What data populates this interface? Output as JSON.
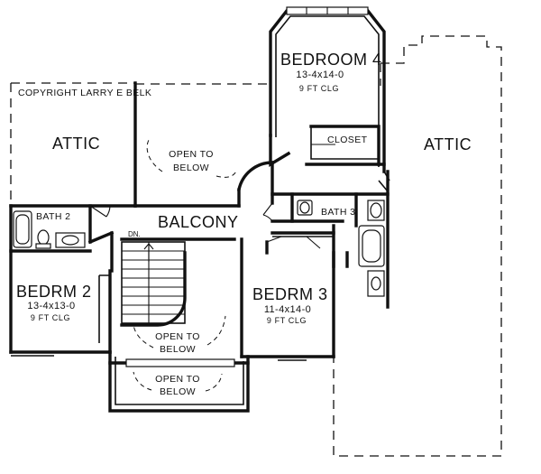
{
  "copyright": "COPYRIGHT LARRY E BELK",
  "rooms": {
    "bedroom4": {
      "name": "BEDROOM 4",
      "dims": "13-4x14-0",
      "clg": "9 FT CLG"
    },
    "bedrm2": {
      "name": "BEDRM 2",
      "dims": "13-4x13-0",
      "clg": "9 FT CLG"
    },
    "bedrm3": {
      "name": "BEDRM 3",
      "dims": "11-4x14-0",
      "clg": "9 FT CLG"
    },
    "bath2": {
      "name": "BATH 2"
    },
    "bath3": {
      "name": "BATH 3"
    },
    "closet": {
      "name": "CLOSET"
    },
    "balcony": {
      "name": "BALCONY"
    },
    "attic_left": {
      "name": "ATTIC"
    },
    "attic_right": {
      "name": "ATTIC"
    }
  },
  "notes": {
    "open_top": [
      "OPEN TO",
      "BELOW"
    ],
    "open_mid": [
      "OPEN TO",
      "BELOW"
    ],
    "open_bottom": [
      "OPEN TO",
      "BELOW"
    ],
    "stair_dn": "DN."
  }
}
